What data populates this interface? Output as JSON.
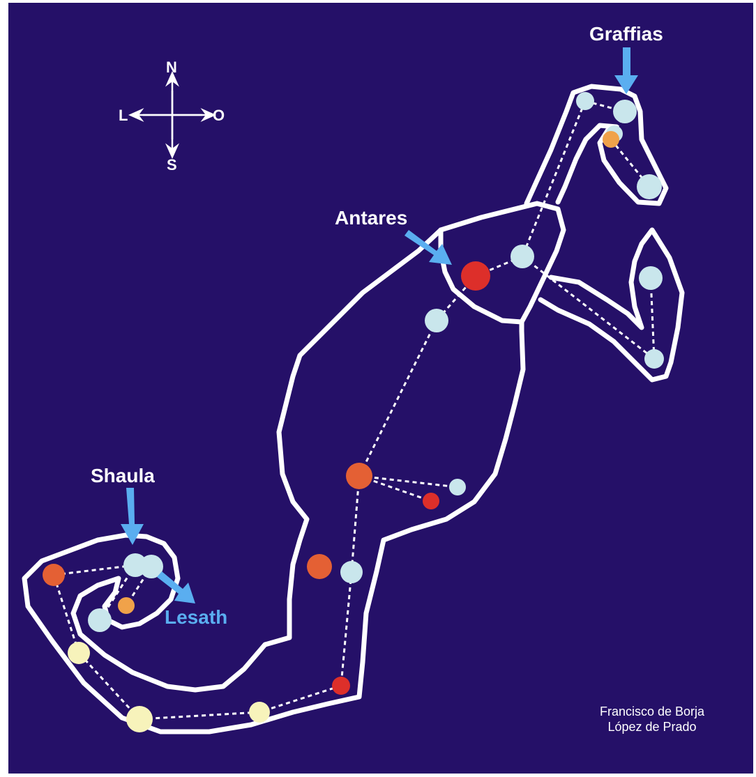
{
  "colors": {
    "background": "#251068",
    "outline": "#ffffff",
    "arrow": "#5aaef0",
    "star_blue": "#c9e6ec",
    "star_red": "#dd2f2a",
    "star_orange": "#e46034",
    "star_lightorange": "#f0a24a",
    "star_yellow": "#f7f3bb",
    "lines": "#ffffff"
  },
  "compass": {
    "north": "N",
    "south": "S",
    "east_left": "L",
    "west_right": "O"
  },
  "labels": {
    "graffias": "Graffias",
    "antares": "Antares",
    "shaula": "Shaula",
    "lesath": "Lesath"
  },
  "credit": {
    "line1": "Francisco de Borja",
    "line2": "López de Prado"
  },
  "stars": [
    {
      "name": "graffias-star",
      "kind": "blue",
      "size": "medium"
    },
    {
      "name": "antares-star",
      "kind": "red",
      "size": "large"
    },
    {
      "name": "shaula-star",
      "kind": "blue",
      "size": "medium"
    },
    {
      "name": "lesath-star",
      "kind": "blue",
      "size": "medium"
    }
  ]
}
